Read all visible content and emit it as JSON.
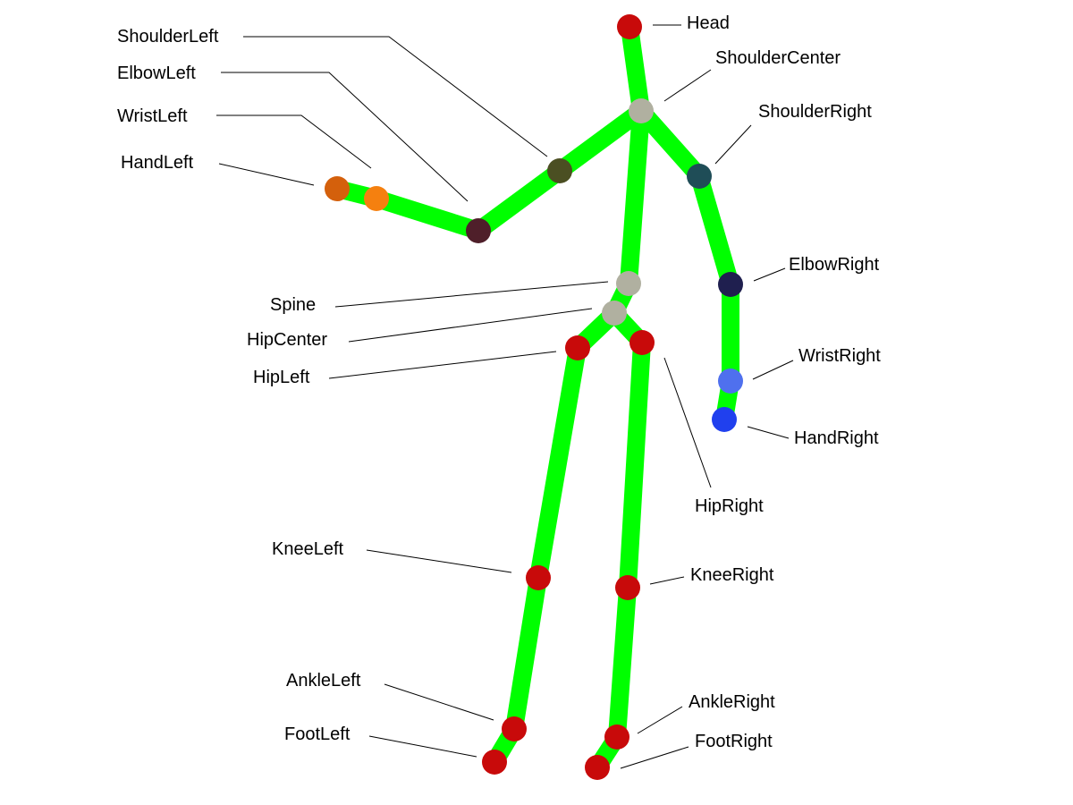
{
  "title": "Skeleton joints",
  "colors": {
    "bone": "#00ff00",
    "leader": "#000000"
  },
  "joints": {
    "Head": {
      "label": "Head",
      "color": "#c80a0a"
    },
    "ShoulderCenter": {
      "label": "ShoulderCenter",
      "color": "#b0b0a0"
    },
    "ShoulderLeft": {
      "label": "ShoulderLeft",
      "color": "#4b4f22"
    },
    "ElbowLeft": {
      "label": "ElbowLeft",
      "color": "#4f1f2a"
    },
    "WristLeft": {
      "label": "WristLeft",
      "color": "#f5800f"
    },
    "HandLeft": {
      "label": "HandLeft",
      "color": "#d4600c"
    },
    "ShoulderRight": {
      "label": "ShoulderRight",
      "color": "#1f4d57"
    },
    "ElbowRight": {
      "label": "ElbowRight",
      "color": "#1f1f4f"
    },
    "WristRight": {
      "label": "WristRight",
      "color": "#4f70ee"
    },
    "HandRight": {
      "label": "HandRight",
      "color": "#2040ee"
    },
    "Spine": {
      "label": "Spine",
      "color": "#b0b0a0"
    },
    "HipCenter": {
      "label": "HipCenter",
      "color": "#b0b0a0"
    },
    "HipLeft": {
      "label": "HipLeft",
      "color": "#c80a0a"
    },
    "HipRight": {
      "label": "HipRight",
      "color": "#c80a0a"
    },
    "KneeLeft": {
      "label": "KneeLeft",
      "color": "#c80a0a"
    },
    "KneeRight": {
      "label": "KneeRight",
      "color": "#c80a0a"
    },
    "AnkleLeft": {
      "label": "AnkleLeft",
      "color": "#c80a0a"
    },
    "AnkleRight": {
      "label": "AnkleRight",
      "color": "#c80a0a"
    },
    "FootLeft": {
      "label": "FootLeft",
      "color": "#c80a0a"
    },
    "FootRight": {
      "label": "FootRight",
      "color": "#c80a0a"
    }
  },
  "bones": [
    [
      "Head",
      "ShoulderCenter"
    ],
    [
      "ShoulderCenter",
      "ShoulderLeft"
    ],
    [
      "ShoulderLeft",
      "ElbowLeft"
    ],
    [
      "ElbowLeft",
      "WristLeft"
    ],
    [
      "WristLeft",
      "HandLeft"
    ],
    [
      "ShoulderCenter",
      "ShoulderRight"
    ],
    [
      "ShoulderRight",
      "ElbowRight"
    ],
    [
      "ElbowRight",
      "WristRight"
    ],
    [
      "WristRight",
      "HandRight"
    ],
    [
      "ShoulderCenter",
      "Spine"
    ],
    [
      "Spine",
      "HipCenter"
    ],
    [
      "HipCenter",
      "HipLeft"
    ],
    [
      "HipCenter",
      "HipRight"
    ],
    [
      "HipLeft",
      "KneeLeft"
    ],
    [
      "KneeLeft",
      "AnkleLeft"
    ],
    [
      "AnkleLeft",
      "FootLeft"
    ],
    [
      "HipRight",
      "KneeRight"
    ],
    [
      "KneeRight",
      "AnkleRight"
    ],
    [
      "AnkleRight",
      "FootRight"
    ]
  ]
}
